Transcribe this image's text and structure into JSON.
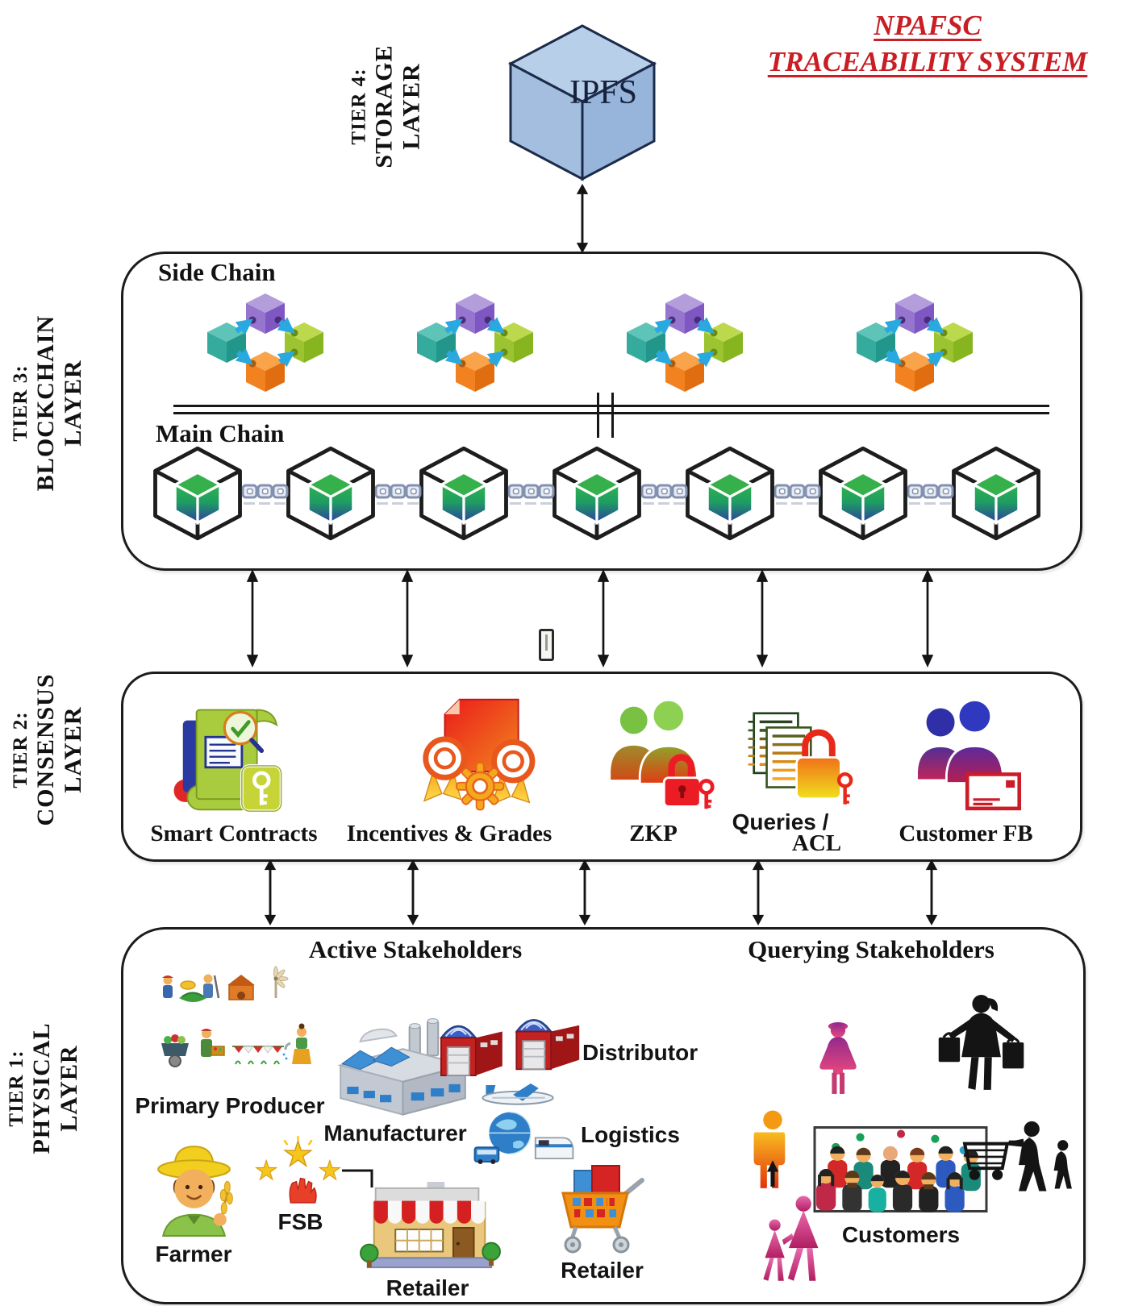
{
  "title": {
    "line1": "NPAFSC",
    "line2": "TRACEABILITY SYSTEM"
  },
  "tiers": {
    "tier4": {
      "line1": "TIER 4:",
      "line2": "STORAGE",
      "line3": "LAYER"
    },
    "tier3": {
      "line1": "TIER 3:",
      "line2": "BLOCKCHAIN",
      "line3": "LAYER"
    },
    "tier2": {
      "line1": "TIER 2:",
      "line2": "CONSENSUS",
      "line3": "LAYER"
    },
    "tier1": {
      "line1": "TIER 1:",
      "line2": "PHYSICAL",
      "line3": "LAYER"
    }
  },
  "storage": {
    "node_label": "IPFS",
    "icon": "blue-cube-icon"
  },
  "blockchain": {
    "side_chain_label": "Side Chain",
    "main_chain_label": "Main Chain",
    "side_chain_clusters": 4,
    "main_chain_blocks": 7,
    "icons": [
      "linked-cubes-cluster-icon",
      "wireframe-block-cube-icon",
      "chain-links-icon"
    ]
  },
  "consensus": {
    "items": [
      {
        "label": "Smart Contracts",
        "icon": "contract-scroll-key-icon"
      },
      {
        "label": "Incentives & Grades",
        "icon": "certificate-medals-gear-icon"
      },
      {
        "label": "ZKP",
        "icon": "users-padlock-icon"
      },
      {
        "label_line1": "Queries /",
        "label_line2": "ACL",
        "icon": "lists-padlock-key-icon"
      },
      {
        "label": "Customer FB",
        "icon": "users-envelope-icon"
      }
    ]
  },
  "physical": {
    "active_header": "Active Stakeholders",
    "querying_header": "Querying Stakeholders",
    "entities": [
      {
        "id": "primary-producer",
        "label": "Primary Producer",
        "icon": "farm-scene-icon"
      },
      {
        "id": "manufacturer",
        "label": "Manufacturer",
        "icon": "factory-icon"
      },
      {
        "id": "distributor",
        "label": "Distributor",
        "icon": "warehouses-icon"
      },
      {
        "id": "logistics",
        "label": "Logistics",
        "icon": "plane-globe-train-icon"
      },
      {
        "id": "farmer",
        "label": "Farmer",
        "icon": "farmer-emoji-icon"
      },
      {
        "id": "fsb",
        "label": "FSB",
        "icon": "stars-hand-icon"
      },
      {
        "id": "retailer-shop",
        "label": "Retailer",
        "icon": "storefront-icon"
      },
      {
        "id": "retailer-cart",
        "label": "Retailer",
        "icon": "shopping-cart-icon"
      },
      {
        "id": "customers",
        "label": "Customers",
        "icon": "crowd-photo-icon"
      }
    ],
    "querying_figures": [
      "standing-man-silhouette-icon",
      "woman-dress-silhouette-icon",
      "shopper-with-bags-silhouette-icon",
      "women-pair-silhouette-icon",
      "family-with-cart-silhouette-icon"
    ]
  },
  "colors": {
    "title_red": "#c81e24",
    "box_border": "#1c1c1c",
    "cluster_arrow_cyan": "#2aa9e0",
    "ipfs_cube_blue": "#a9c3e2",
    "block_inner_green": "#2fb14c",
    "block_inner_blue": "#2b3fa0"
  }
}
